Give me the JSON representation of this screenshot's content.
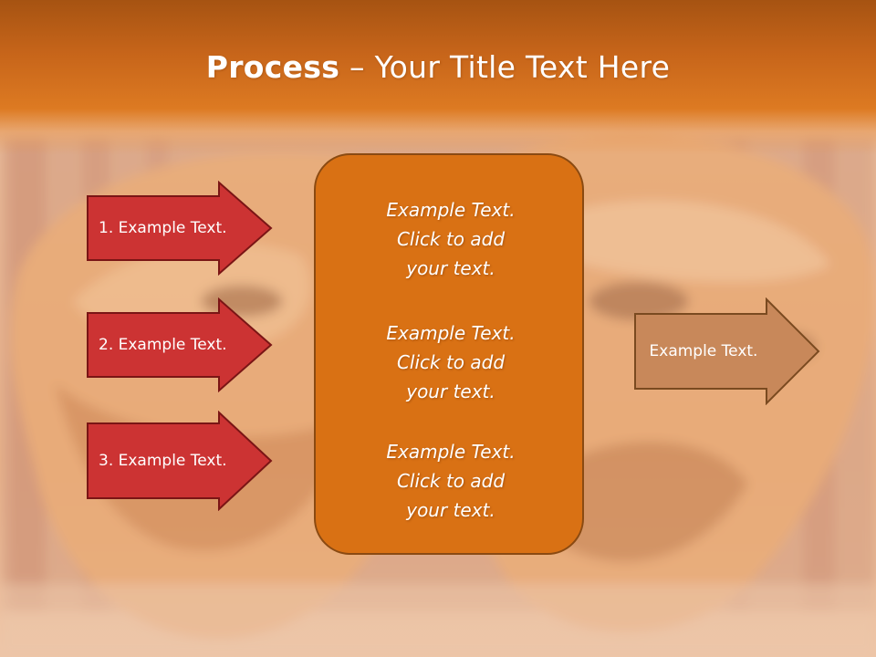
{
  "slide": {
    "title_bold": "Process",
    "title_rest": " – Your Title Text Here",
    "left_arrows": [
      {
        "label": "1. Example Text."
      },
      {
        "label": "2. Example Text."
      },
      {
        "label": "3. Example Text."
      }
    ],
    "center_box": {
      "paragraphs": [
        {
          "line1": "Example Text.",
          "line2": "Click  to add",
          "line3": "your text."
        },
        {
          "line1": "Example Text.",
          "line2": "Click  to add",
          "line3": "your text."
        },
        {
          "line1": "Example Text.",
          "line2": "Click  to add",
          "line3": "your text."
        }
      ]
    },
    "right_arrow": {
      "label": "Example Text."
    }
  },
  "colors": {
    "header": "#d9741c",
    "left_arrow_fill": "#cc3333",
    "left_arrow_border": "#7a1515",
    "center_box_fill": "#d97114",
    "right_arrow_fill": "#c8885a"
  }
}
